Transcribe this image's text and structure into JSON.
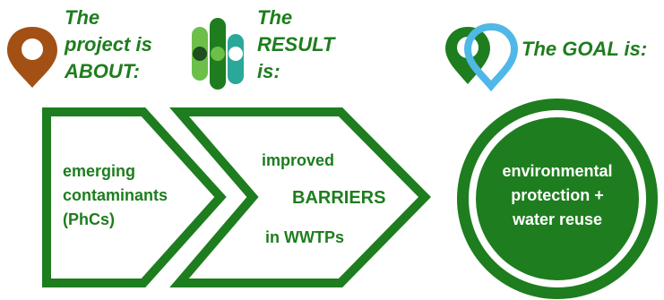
{
  "headings": {
    "about": "The\nproject is\nABOUT:",
    "result": "The\nRESULT\nis:",
    "goal": "The GOAL is:"
  },
  "arrow1": {
    "lines": [
      "emerging",
      "contaminants",
      "(PhCs)"
    ]
  },
  "arrow2": {
    "line1": "improved",
    "line2": "BARRIERS",
    "line3": "in WWTPs"
  },
  "goal_circle": {
    "lines": [
      "environmental",
      "protection +",
      "water reuse"
    ]
  },
  "colors": {
    "green": "#1e7d1e",
    "pin_brown": "#a35014",
    "pin_blue": "#4fb8e6",
    "bars_light": "#6cc04a",
    "bars_mid": "#1e7d1e",
    "bars_teal": "#2aa89a"
  },
  "icons": [
    "location-pin-icon",
    "bar-columns-icon",
    "double-location-pin-icon"
  ]
}
